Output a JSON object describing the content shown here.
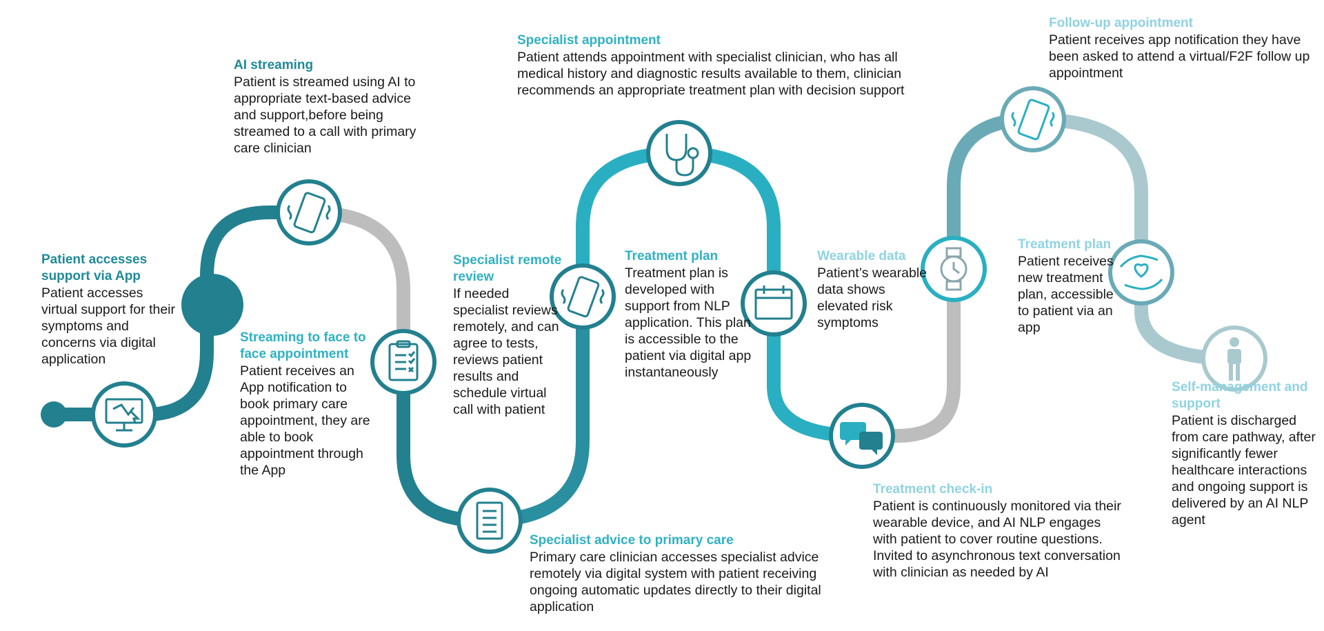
{
  "steps": [
    {
      "title": "Patient accesses support via App",
      "text": "Patient accesses virtual support for their symptoms and concerns via digital application",
      "icon": "computer-cursor-icon"
    },
    {
      "title": "AI streaming",
      "text": "Patient is streamed using AI to appropriate text-based advice and support,before being streamed to a call with primary care clinician",
      "icon": "smartphone-vibrate-icon"
    },
    {
      "title": "Streaming to face to face appointment",
      "text": "Patient receives an App notification to book primary care appointment, they are able to book appointment through the App",
      "icon": "clipboard-checklist-icon"
    },
    {
      "title": "Specialist advice to primary care",
      "text": "Primary care clinician accesses specialist advice remotely via digital system with patient receiving ongoing automatic updates directly to their digital application",
      "icon": "document-list-icon"
    },
    {
      "title": "Specialist remote review",
      "text": "If needed specialist reviews remotely, and can agree to tests, reviews patient results and schedule virtual call with patient",
      "icon": "smartphone-vibrate-icon"
    },
    {
      "title": "Specialist appointment",
      "text": "Patient attends appointment with specialist clinician, who has all medical history and diagnostic results available to them, clinician recommends an appropriate treatment plan with decision support",
      "icon": "stethoscope-icon"
    },
    {
      "title": "Treatment plan",
      "text": "Treatment plan is developed with support from NLP application. This plan is accessible to the patient via digital app instantaneously",
      "icon": "calendar-icon"
    },
    {
      "title": "Treatment check-in",
      "text": "Patient is continuously monitored via their wearable device, and AI NLP engages with patient to cover routine questions. Invited to asynchronous text conversation with clinician as needed by AI",
      "icon": "chat-bubbles-icon"
    },
    {
      "title": "Wearable data",
      "text": "Patient’s wearable data shows elevated risk symptoms",
      "icon": "smartwatch-icon"
    },
    {
      "title": "Follow-up appointment",
      "text": "Patient receives app notification they have been asked to attend a virtual/F2F follow up appointment",
      "icon": "smartphone-vibrate-icon"
    },
    {
      "title": "Treatment plan",
      "text": "Patient receives new treatment plan, accessible to patient via an app",
      "icon": "hands-heart-icon"
    },
    {
      "title": "Self-management and support",
      "text": "Patient is discharged from care pathway, after significantly fewer healthcare interactions and ongoing support is delivered by an AI NLP agent",
      "icon": "person-icon"
    }
  ],
  "colors": {
    "dark_teal": "#22808f",
    "mid_teal": "#2aafc2",
    "light_teal": "#a9c9cf",
    "grey": "#bdbdbd"
  }
}
